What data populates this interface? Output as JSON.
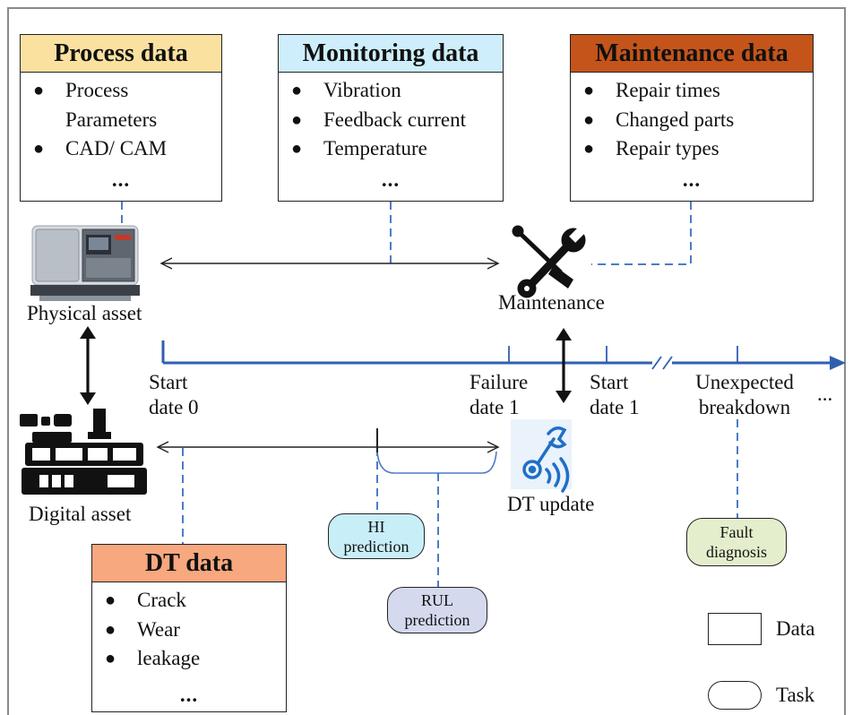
{
  "colors": {
    "frame": "#8a8a8a",
    "timeline": "#2f5fb0",
    "dashed": "#4c7cc8",
    "process_header": "#fbe1a0",
    "monitoring_header": "#cdeefa",
    "maintenance_header": "#c4541a",
    "dt_header": "#f7a87f",
    "hi_task": "#c8eef8",
    "rul_task": "#d4d9ee",
    "fault_task": "#e4eecd"
  },
  "boxes": {
    "process": {
      "title": "Process data",
      "items": [
        "Process",
        "Parameters",
        "CAD/ CAM"
      ],
      "bulleted": [
        true,
        false,
        true
      ],
      "more": "..."
    },
    "monitoring": {
      "title": "Monitoring data",
      "items": [
        "Vibration",
        "Feedback current",
        "Temperature"
      ],
      "more": "..."
    },
    "maintenance": {
      "title": "Maintenance data",
      "items": [
        "Repair times",
        "Changed parts",
        "Repair types"
      ],
      "more": "..."
    },
    "dt": {
      "title": "DT data",
      "items": [
        "Crack",
        "Wear",
        "leakage"
      ],
      "more": "..."
    }
  },
  "labels": {
    "physical_asset": "Physical asset",
    "digital_asset": "Digital asset",
    "maintenance": "Maintenance",
    "dt_update": "DT update",
    "start_date_0_a": "Start",
    "start_date_0_b": "date 0",
    "failure_date_1_a": "Failure",
    "failure_date_1_b": "date 1",
    "start_date_1_a": "Start",
    "start_date_1_b": "date 1",
    "unexpected_a": "Unexpected",
    "unexpected_b": "breakdown",
    "ellipsis": "..."
  },
  "tasks": {
    "hi": [
      "HI",
      "prediction"
    ],
    "rul": [
      "RUL",
      "prediction"
    ],
    "fault": [
      "Fault",
      "diagnosis"
    ]
  },
  "legend": {
    "data": "Data",
    "task": "Task"
  }
}
